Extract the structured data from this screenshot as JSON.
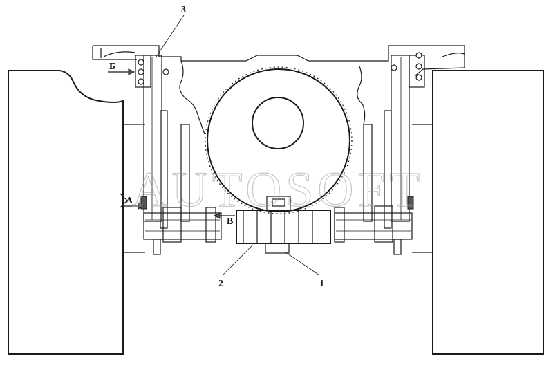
{
  "labels": {
    "part1": "1",
    "part2": "2",
    "part3": "3",
    "viewA": "А",
    "viewB": "Б",
    "viewV": "В"
  },
  "watermark": "AUTOSOFT"
}
